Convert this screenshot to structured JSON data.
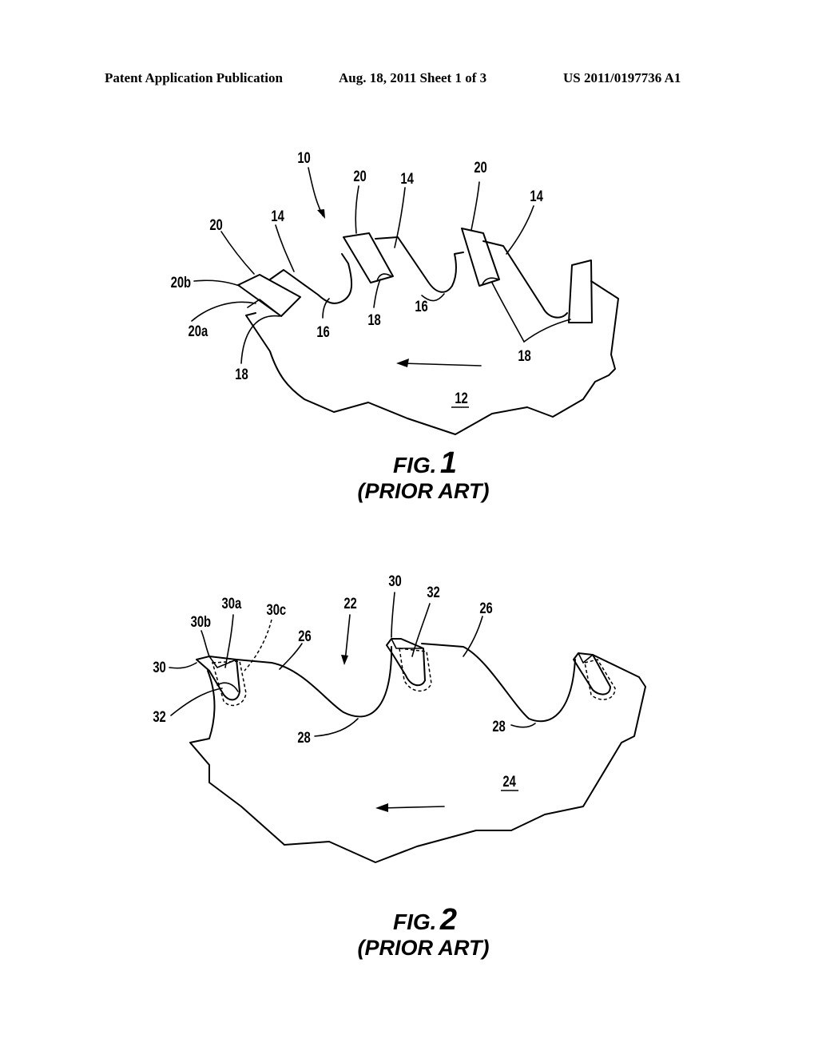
{
  "header": {
    "publication": "Patent Application Publication",
    "date_sheet": "Aug. 18, 2011   Sheet 1 of 3",
    "patent_number": "US 2011/0197736 A1"
  },
  "fig1": {
    "caption_prefix": "FIG.",
    "caption_number": "1",
    "caption_note": "(PRIOR ART)",
    "labels": {
      "assembly": "10",
      "body": "12",
      "tooth_a": "14",
      "tooth_b": "14",
      "tooth_c": "14",
      "gullet_a": "16",
      "gullet_b": "16",
      "braze_a": "18",
      "braze_b": "18",
      "braze_c": "18",
      "tip_a": "20",
      "tip_b": "20",
      "tip_c": "20",
      "tip_face_a": "20a",
      "tip_face_b": "20b"
    }
  },
  "fig2": {
    "caption_prefix": "FIG.",
    "caption_number": "2",
    "caption_note": "(PRIOR ART)",
    "labels": {
      "assembly": "22",
      "body": "24",
      "tooth_a": "26",
      "tooth_b": "26",
      "gullet_a": "28",
      "gullet_b": "28",
      "tip_a": "30",
      "tip_b": "30",
      "tip_face_a": "30a",
      "tip_face_b": "30b",
      "tip_face_c": "30c",
      "braze_a": "32",
      "braze_b": "32"
    }
  }
}
